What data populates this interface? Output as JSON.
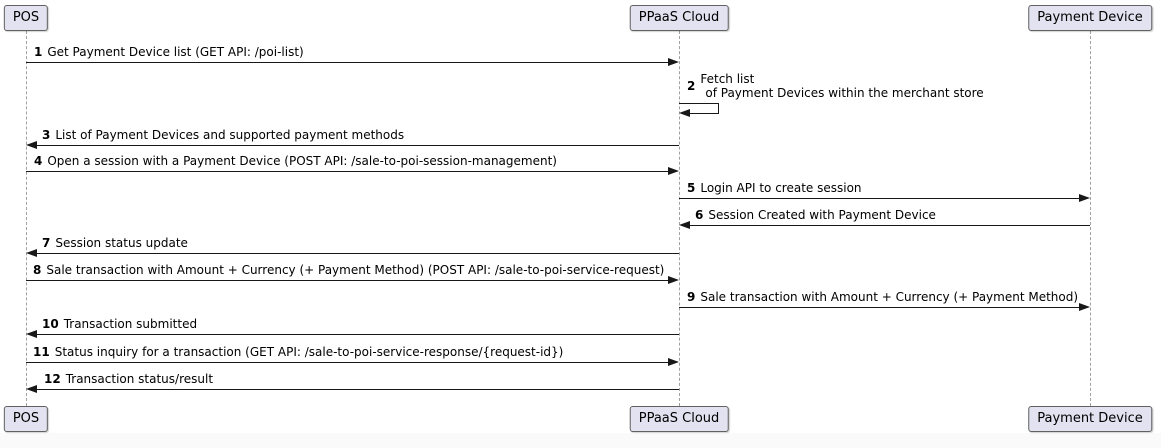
{
  "diagram": {
    "type": "sequence-diagram",
    "participants": [
      {
        "name": "POS"
      },
      {
        "name": "PPaaS Cloud"
      },
      {
        "name": "Payment Device"
      }
    ],
    "messages": [
      {
        "num": "1",
        "text": "Get Payment Device list (GET API: /poi-list)",
        "from": "POS",
        "to": "PPaaS Cloud"
      },
      {
        "num": "2",
        "text": "Fetch list",
        "text_line2": "of Payment Devices within the merchant store",
        "from": "PPaaS Cloud",
        "to": "PPaaS Cloud"
      },
      {
        "num": "3",
        "text": "List of Payment Devices and supported payment methods",
        "from": "PPaaS Cloud",
        "to": "POS"
      },
      {
        "num": "4",
        "text": "Open a session with a Payment Device (POST API: /sale-to-poi-session-management)",
        "from": "POS",
        "to": "PPaaS Cloud"
      },
      {
        "num": "5",
        "text": "Login API to create session",
        "from": "PPaaS Cloud",
        "to": "Payment Device"
      },
      {
        "num": "6",
        "text": "Session Created with Payment Device",
        "from": "Payment Device",
        "to": "PPaaS Cloud"
      },
      {
        "num": "7",
        "text": "Session status update",
        "from": "PPaaS Cloud",
        "to": "POS"
      },
      {
        "num": "8",
        "text": "Sale transaction with Amount + Currency (+ Payment Method) (POST API: /sale-to-poi-service-request)",
        "from": "POS",
        "to": "PPaaS Cloud"
      },
      {
        "num": "9",
        "text": "Sale transaction with Amount + Currency (+ Payment Method)",
        "from": "PPaaS Cloud",
        "to": "Payment Device"
      },
      {
        "num": "10",
        "text": "Transaction submitted",
        "from": "PPaaS Cloud",
        "to": "POS"
      },
      {
        "num": "11",
        "text": "Status inquiry for a transaction (GET API: /sale-to-poi-service-response/{request-id})",
        "from": "POS",
        "to": "PPaaS Cloud"
      },
      {
        "num": "12",
        "text": "Transaction status/result",
        "from": "PPaaS Cloud",
        "to": "POS"
      }
    ],
    "colors": {
      "participant_fill": "#E2E2F0",
      "participant_border": "#616161",
      "lifeline": "#A0A0A0",
      "arrow": "#181818",
      "text": "#000000",
      "background": "#FFFFFF",
      "footer_strip": "#FAFAFA"
    }
  }
}
